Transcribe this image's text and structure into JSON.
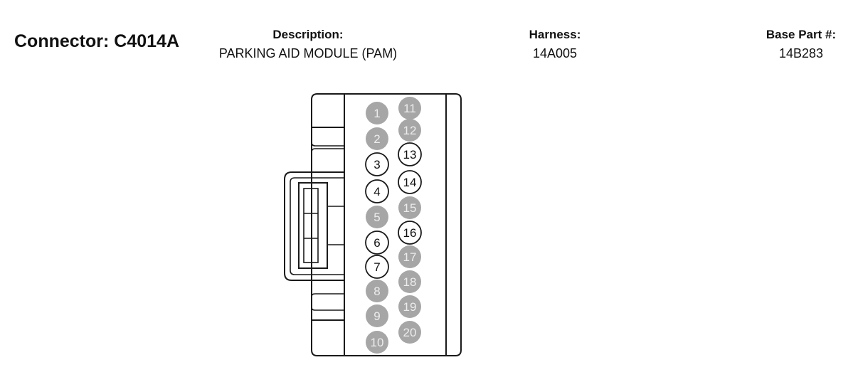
{
  "header": {
    "connector_label": "Connector: C4014A",
    "description_label": "Description:",
    "description_value": "PARKING AID MODULE (PAM)",
    "harness_label": "Harness:",
    "harness_value": "14A005",
    "base_part_label": "Base Part #:",
    "base_part_value": "14B283"
  },
  "colors": {
    "unused_pin_fill": "#a6a6a6",
    "unused_pin_text": "#ececec",
    "used_pin_fill": "#ffffff",
    "used_pin_text": "#111111",
    "outline": "#1a1a1a"
  },
  "pins": [
    {
      "number": "1",
      "used": false
    },
    {
      "number": "2",
      "used": false
    },
    {
      "number": "3",
      "used": true
    },
    {
      "number": "4",
      "used": true
    },
    {
      "number": "5",
      "used": false
    },
    {
      "number": "6",
      "used": true
    },
    {
      "number": "7",
      "used": true
    },
    {
      "number": "8",
      "used": false
    },
    {
      "number": "9",
      "used": false
    },
    {
      "number": "10",
      "used": false
    },
    {
      "number": "11",
      "used": false
    },
    {
      "number": "12",
      "used": false
    },
    {
      "number": "13",
      "used": true
    },
    {
      "number": "14",
      "used": true
    },
    {
      "number": "15",
      "used": false
    },
    {
      "number": "16",
      "used": true
    },
    {
      "number": "17",
      "used": false
    },
    {
      "number": "18",
      "used": false
    },
    {
      "number": "19",
      "used": false
    },
    {
      "number": "20",
      "used": false
    }
  ]
}
